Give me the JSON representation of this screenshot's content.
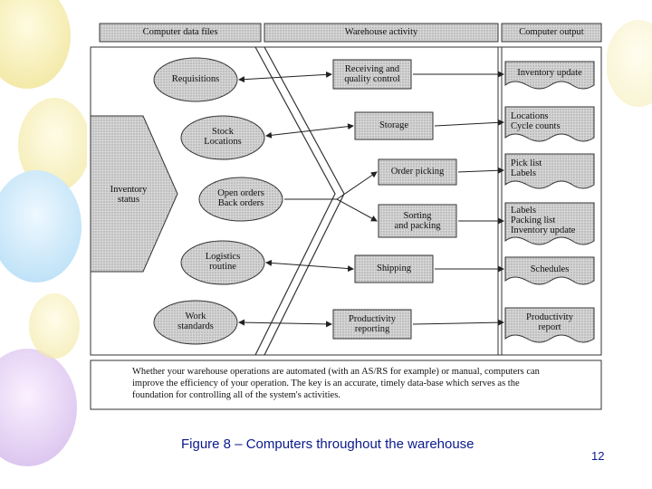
{
  "diagram": {
    "headers": {
      "left": "Computer data files",
      "middle": "Warehouse activity",
      "right": "Computer output"
    },
    "inventory_status": "Inventory\nstatus",
    "data_files": [
      "Requisitions",
      "Stock\nLocations",
      "Open orders\nBack orders",
      "Logistics\nroutine",
      "Work\nstandards"
    ],
    "activities": [
      "Receiving and\nquality control",
      "Storage",
      "Order picking",
      "Sorting\nand packing",
      "Shipping",
      "Productivity\nreporting"
    ],
    "outputs": [
      "Inventory update",
      "Locations\nCycle counts",
      "Pick list\nLabels",
      "Labels\nPacking list\nInventory update",
      "Schedules",
      "Productivity\nreport"
    ],
    "footnote": "Whether your warehouse operations are automated (with an AS/RS for example) or manual, computers can improve the efficiency of your operation. The key is an accurate, timely data-base which serves as the foundation for controlling all of the system's activities."
  },
  "caption": "Figure 8 – Computers throughout the warehouse",
  "page_number": "12",
  "colors": {
    "shade": "#c9c9c9",
    "caption": "#0a1a8a"
  }
}
